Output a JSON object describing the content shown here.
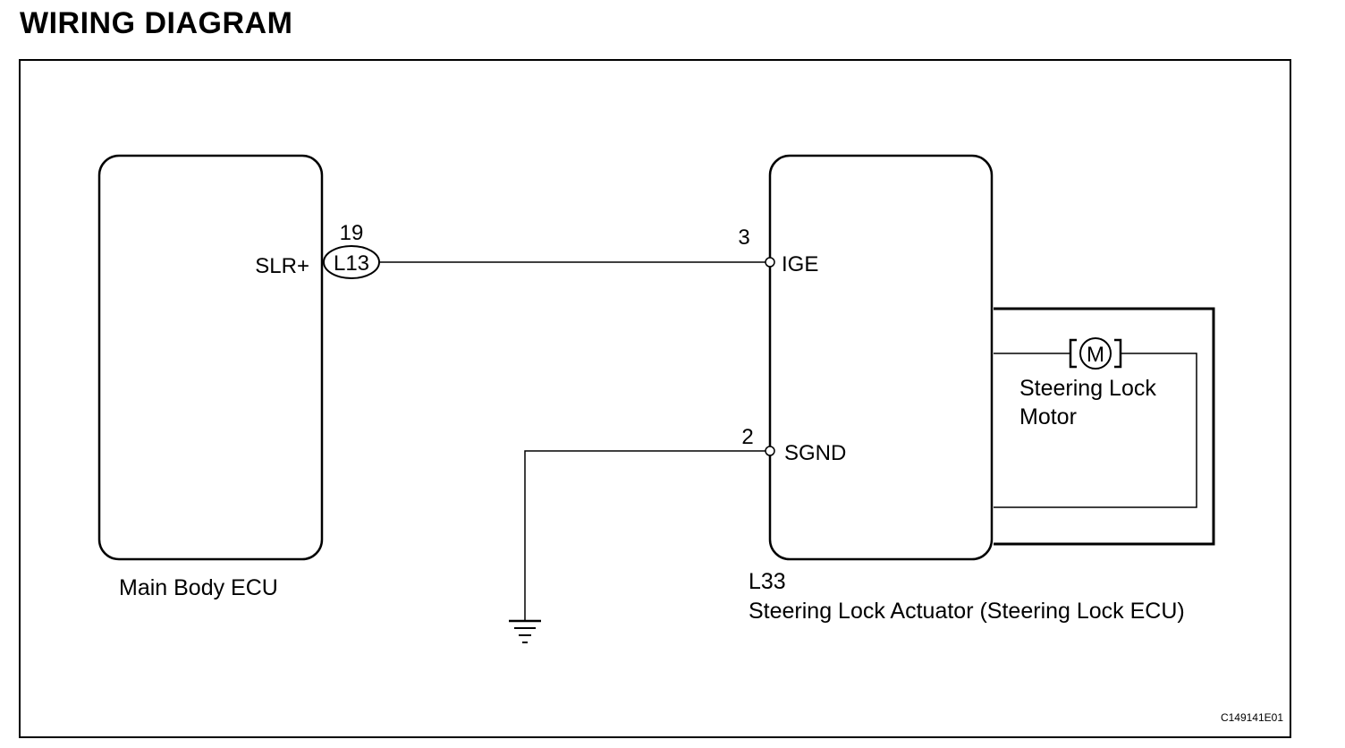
{
  "title": "WIRING DIAGRAM",
  "main_ecu": {
    "name": "Main Body ECU",
    "terminal_name": "SLR+",
    "connector": "L13",
    "pin": "19"
  },
  "actuator": {
    "connector": "L33",
    "name": "Steering Lock Actuator (Steering Lock ECU)",
    "ige": {
      "name": "IGE",
      "pin": "3"
    },
    "sgnd": {
      "name": "SGND",
      "pin": "2"
    }
  },
  "motor": {
    "symbol": "M",
    "label_line1": "Steering Lock",
    "label_line2": "Motor"
  },
  "figure_code": "C149141E01"
}
